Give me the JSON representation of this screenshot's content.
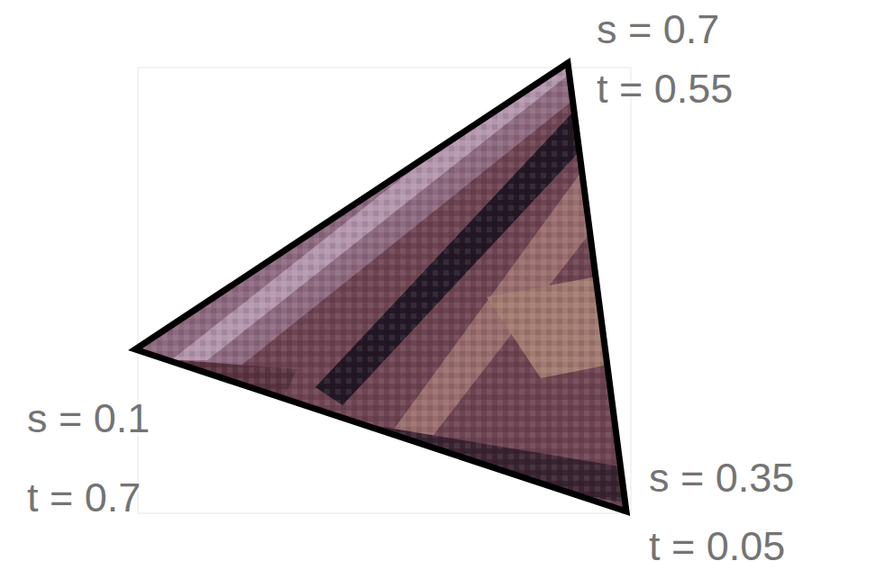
{
  "diagram": {
    "labels": [
      "s = 0.7",
      "t = 0.55",
      "s = 0.1",
      "t = 0.7",
      "s = 0.35",
      "t = 0.05"
    ]
  }
}
